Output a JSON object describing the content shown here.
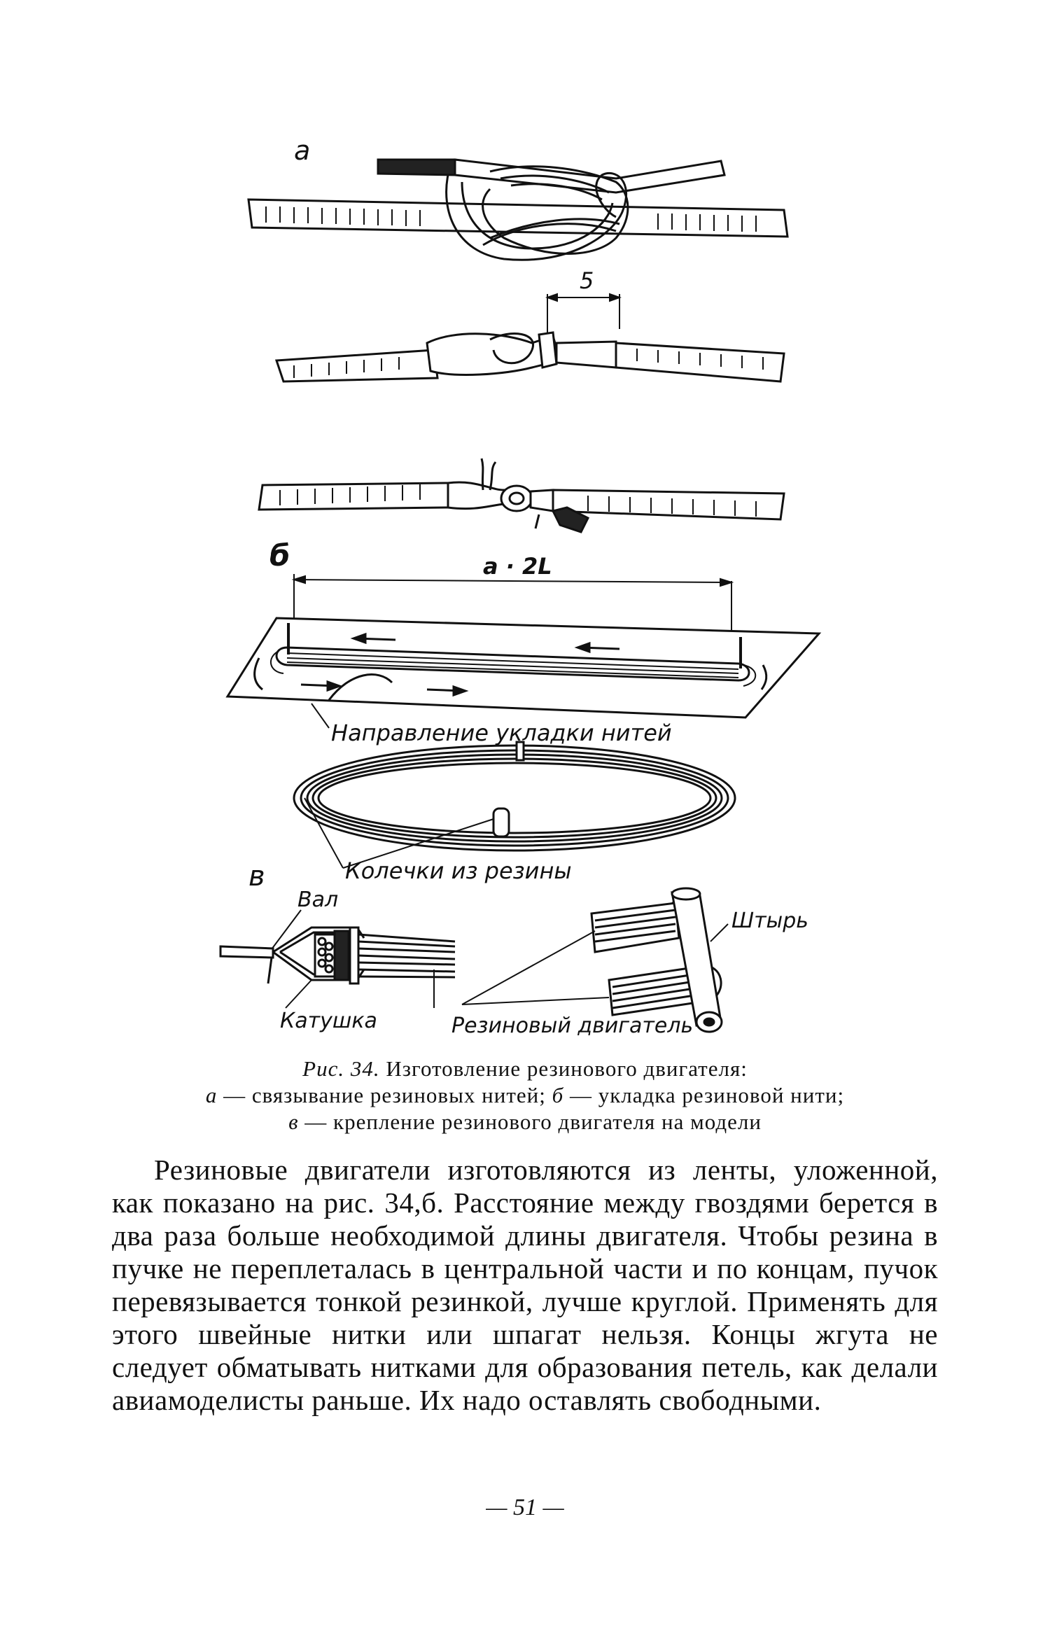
{
  "figure": {
    "label_a": "а",
    "label_b": "б",
    "label_v": "в",
    "dim_5": "5",
    "dim_a2l": "а · 2L",
    "direction_label": "Направление укладки нитей",
    "rings_label": "Колечки из резины",
    "shaft_label": "Вал",
    "spool_label": "Катушка",
    "motor_label": "Резиновый двигатель",
    "pin_label": "Штырь"
  },
  "caption": {
    "line1_prefix": "Рис. 34.",
    "line1_text": "Изготовление резинового двигателя:",
    "line2_a": "а",
    "line2_text_a": "— связывание резиновых нитей;",
    "line2_b": "б",
    "line2_text_b": "— укладка резиновой нити;",
    "line3_v": "в",
    "line3_text": "— крепление резинового двигателя на модели"
  },
  "body": {
    "paragraph": "Резиновые двигатели изготовляются из ленты, уложенной, как показано на рис. 34,б. Расстояние между гвоздями берется в два раза больше необходимой длины двигателя. Чтобы резина в пучке не переплеталась в центральной части и по концам, пучок перевязывается тонкой резинкой, лучше круглой. Применять для этого швейные нитки или шпагат нельзя. Концы жгута не следует обматывать нитками для образования петель, как делали авиамоделисты раньше. Их надо оставлять свободными."
  },
  "page_number": "— 51 —"
}
